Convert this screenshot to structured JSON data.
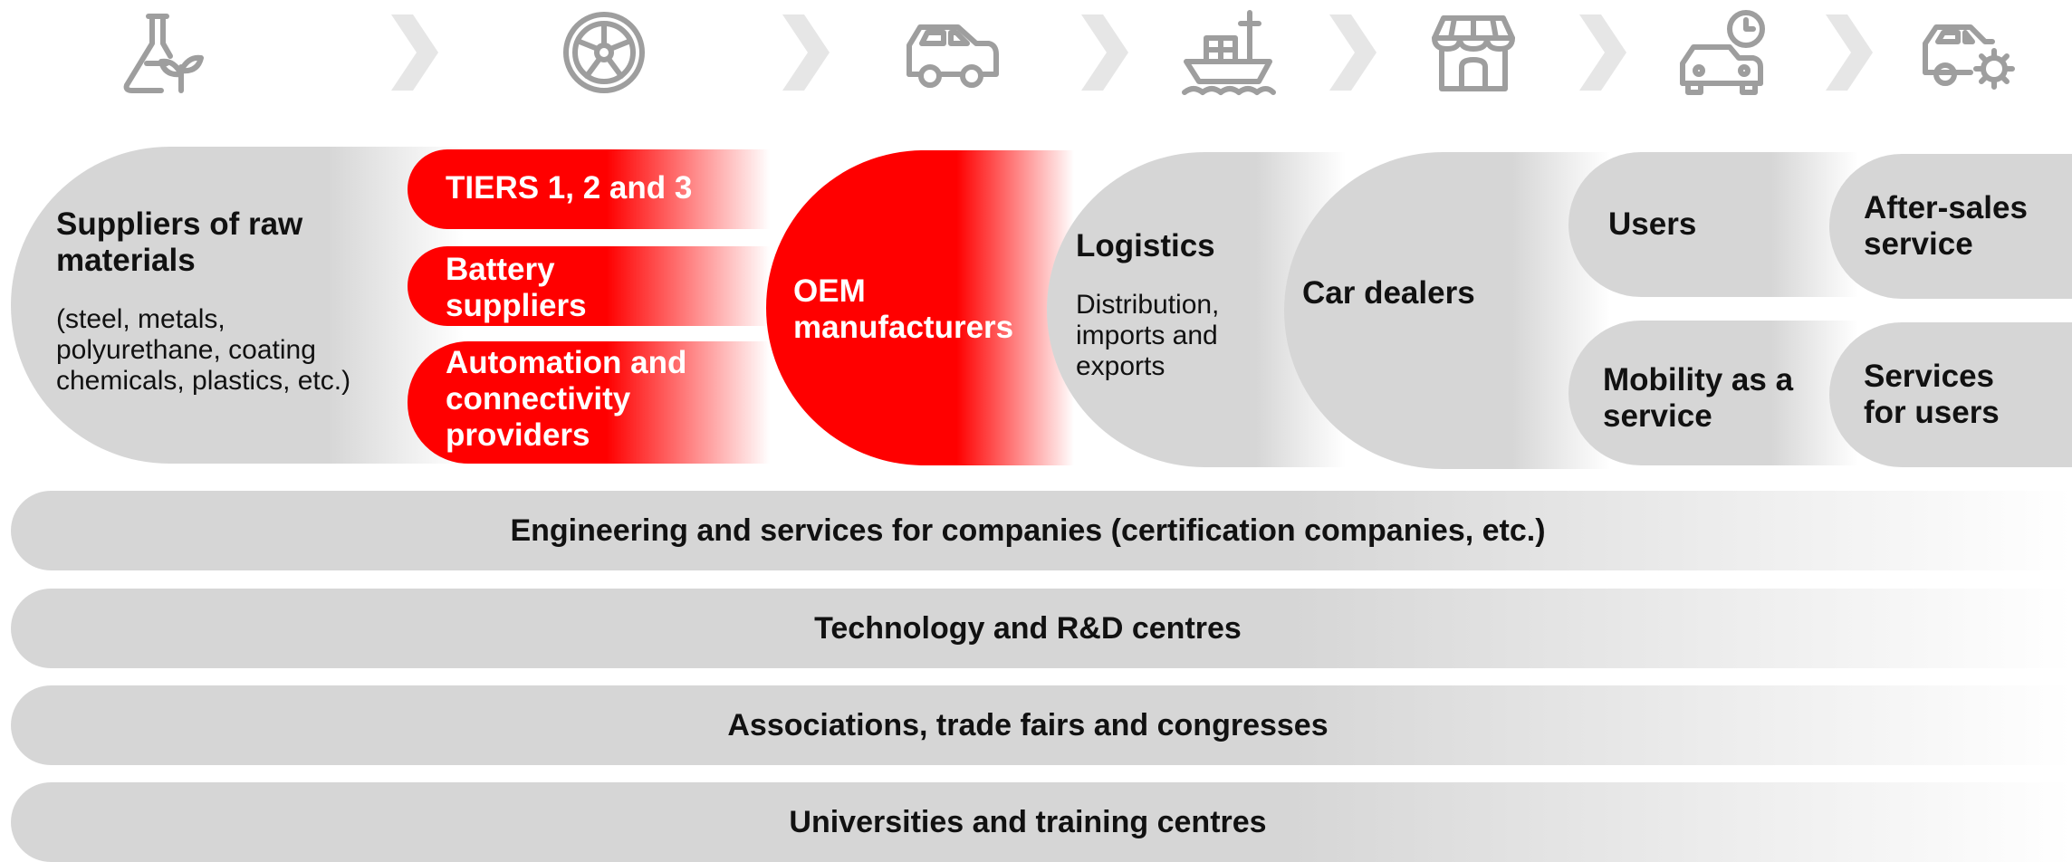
{
  "colors": {
    "accent_red": "#ff0000",
    "pill_grey": "#d6d6d6",
    "icon_grey": "#9e9e9e",
    "chevron_grey": "#e6e6e6"
  },
  "icons": [
    "flask-leaf-icon",
    "tire-icon",
    "car-icon",
    "cargo-ship-icon",
    "storefront-icon",
    "car-clock-icon",
    "car-gear-icon"
  ],
  "chain": {
    "raw": {
      "title": "Suppliers of raw materials",
      "line1": "Suppliers of raw",
      "line2": "materials",
      "desc1": "(steel, metals,",
      "desc2": "polyurethane, coating",
      "desc3": "chemicals, plastics, etc.)"
    },
    "tiers": {
      "label": "TIERS 1, 2 and 3"
    },
    "battery": {
      "line1": "Battery",
      "line2": "suppliers"
    },
    "automation": {
      "line1": "Automation and",
      "line2": "connectivity",
      "line3": "providers"
    },
    "oem": {
      "line1": "OEM",
      "line2": "manufacturers"
    },
    "logistics": {
      "title": "Logistics",
      "desc1": "Distribution,",
      "desc2": "imports and",
      "desc3": "exports"
    },
    "dealers": {
      "label": "Car dealers"
    },
    "users": {
      "label": "Users"
    },
    "maas": {
      "line1": "Mobility as a",
      "line2": "service"
    },
    "aftersales": {
      "line1": "After-sales",
      "line2": "service"
    },
    "services": {
      "line1": "Services",
      "line2": "for users"
    }
  },
  "bars": [
    "Engineering and services for companies (certification companies, etc.)",
    "Technology and R&D centres",
    "Associations, trade fairs and congresses",
    "Universities and training centres"
  ]
}
